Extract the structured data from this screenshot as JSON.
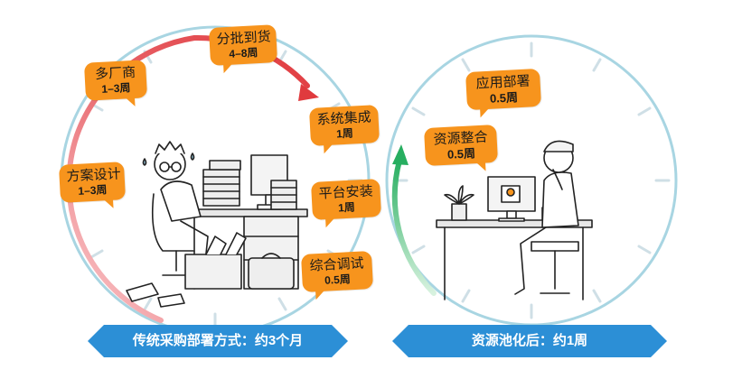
{
  "left_panel": {
    "steps": [
      {
        "name": "方案设计",
        "duration": "1–3周"
      },
      {
        "name": "多厂商",
        "duration": "1–3周"
      },
      {
        "name": "分批到货",
        "duration": "4–8周"
      },
      {
        "name": "系统集成",
        "duration": "1周"
      },
      {
        "name": "平台安装",
        "duration": "1周"
      },
      {
        "name": "综合调试",
        "duration": "0.5周"
      }
    ],
    "banner": "传统采购部署方式：约3个月",
    "arrow_color": "#e03a3e"
  },
  "right_panel": {
    "steps": [
      {
        "name": "资源整合",
        "duration": "0.5周"
      },
      {
        "name": "应用部署",
        "duration": "0.5周"
      }
    ],
    "banner": "资源池化后：约1周",
    "arrow_color": "#27ae60"
  },
  "colors": {
    "bubble": "#f7941d",
    "banner": "#2c8fd6",
    "clock_ring": "#a8d5e2"
  }
}
